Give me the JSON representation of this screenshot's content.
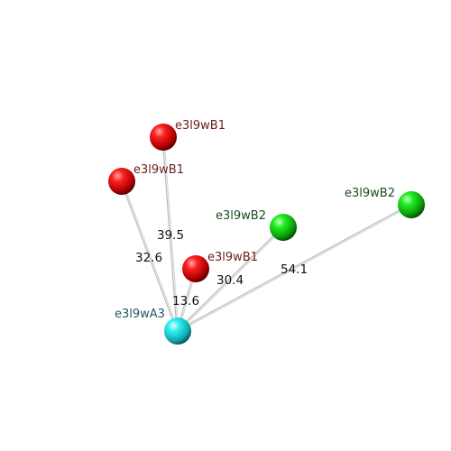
{
  "atoms": [
    {
      "label": "e3l9wB1",
      "element_color": "#ff0000",
      "label_color": "#6b1e1e"
    },
    {
      "label": "e3l9wB1",
      "element_color": "#ff0000",
      "label_color": "#6b1e1e"
    },
    {
      "label": "e3l9wB1",
      "element_color": "#ff0000",
      "label_color": "#6b1e1e"
    },
    {
      "label": "e3l9wB2",
      "element_color": "#22dd22",
      "label_color": "#1e4d1e"
    },
    {
      "label": "e3l9wB2",
      "element_color": "#22dd22",
      "label_color": "#1e4d1e"
    },
    {
      "label": "e3l9wA3",
      "element_color": "#22dddd",
      "label_color": "#1e5a66"
    }
  ],
  "distances": [
    {
      "from": 5,
      "to": 0,
      "value": "39.5"
    },
    {
      "from": 5,
      "to": 1,
      "value": "32.6"
    },
    {
      "from": 5,
      "to": 2,
      "value": "13.6"
    },
    {
      "from": 5,
      "to": 3,
      "value": "30.4"
    },
    {
      "from": 5,
      "to": 4,
      "value": "54.1"
    }
  ]
}
